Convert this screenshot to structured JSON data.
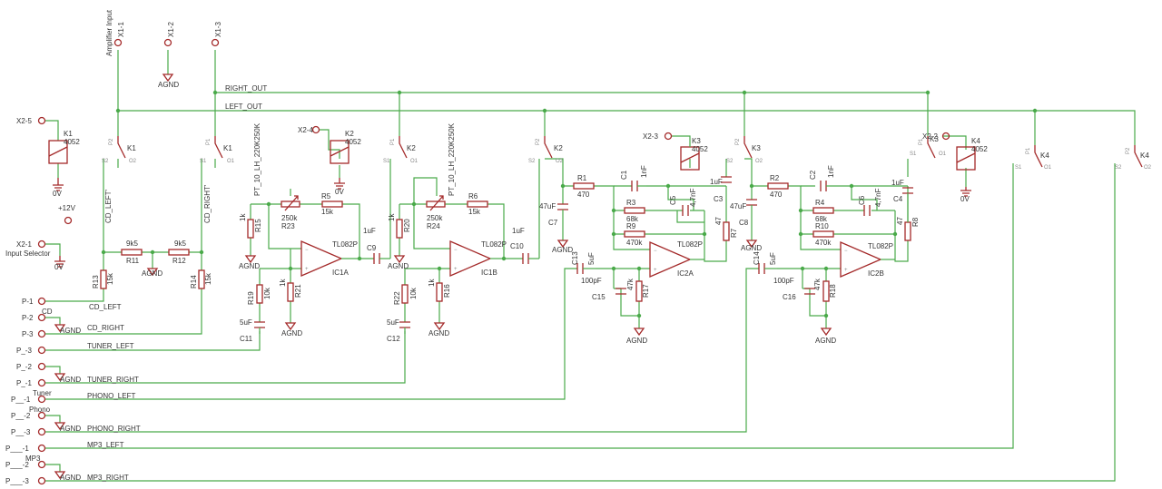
{
  "title_label": "Amplifier Input",
  "connectors": {
    "x1_1": "X1-1",
    "x1_2": "X1-2",
    "x1_3": "X1-3",
    "x2_5": "X2-5",
    "x2_4": "X2-4",
    "x2_3": "X2-3",
    "x2_2": "X2-2",
    "x2_1": "X2-1"
  },
  "input_selector": "Input Selector",
  "nets": {
    "right_out": "RIGHT_OUT",
    "left_out": "LEFT_OUT",
    "cd_left_tick": "CD_LEFT'",
    "cd_right_tick": "CD_RIGHT'",
    "cd_left": "CD_LEFT",
    "cd_right": "CD_RIGHT",
    "tuner_left": "TUNER_LEFT",
    "tuner_right": "TUNER_RIGHT",
    "phono_left": "PHONO_LEFT",
    "phono_right": "PHONO_RIGHT",
    "mp3_left": "MP3_LEFT",
    "mp3_right": "MP3_RIGHT"
  },
  "agnd": "AGND",
  "zero_v": "0V",
  "plus12": "+12V",
  "relays": {
    "k1": "K1",
    "k2": "K2",
    "k3": "K3",
    "k4": "K4",
    "type": "4052"
  },
  "relay_pins": {
    "p1": "P1",
    "p2": "P2",
    "s1": "S1",
    "s2": "S2",
    "o1": "O1",
    "o2": "O2"
  },
  "ports": [
    "P-1",
    "P-2",
    "P-3",
    "P_-3",
    "P_-2",
    "P_-1",
    "P__-1",
    "P__-2",
    "P__-3",
    "P___-1",
    "P___-2",
    "P___-3"
  ],
  "port_labels": {
    "cd": "CD",
    "tuner": "Tuner",
    "phono": "Phono",
    "mp3": "MP3"
  },
  "pot": "PT_10_LH_220K250K",
  "opamp": "TL082P",
  "ic": {
    "ic1a": "IC1A",
    "ic1b": "IC1B",
    "ic2a": "IC2A",
    "ic2b": "IC2B"
  },
  "resistors": {
    "r1": [
      "R1",
      "470"
    ],
    "r2": [
      "R2",
      "470"
    ],
    "r3": [
      "R3",
      "68k"
    ],
    "r4": [
      "R4",
      "68k"
    ],
    "r5": [
      "R5",
      "15k"
    ],
    "r6": [
      "R6",
      "15k"
    ],
    "r7": [
      "R7",
      "47"
    ],
    "r8": [
      "R8",
      "47"
    ],
    "r9": [
      "R9",
      "470k"
    ],
    "r10": [
      "R10",
      "470k"
    ],
    "r11": [
      "R11",
      "9k5"
    ],
    "r12": [
      "R12",
      "9k5"
    ],
    "r13": [
      "R13",
      "15k"
    ],
    "r14": [
      "R14",
      "15k"
    ],
    "r15": [
      "R15",
      "1k"
    ],
    "r16": [
      "R16",
      "1k"
    ],
    "r17": [
      "R17",
      "47k"
    ],
    "r18": [
      "R18",
      "47k"
    ],
    "r19": [
      "R19",
      "10k"
    ],
    "r20": [
      "R20",
      "1k"
    ],
    "r21": [
      "R21",
      "1k"
    ],
    "r22": [
      "R22",
      "10k"
    ],
    "r23": [
      "R23",
      "250k"
    ],
    "r24": [
      "R24",
      "250k"
    ]
  },
  "capacitors": {
    "c1": [
      "C1",
      "1nF"
    ],
    "c2": [
      "C2",
      "1nF"
    ],
    "c3": [
      "C3",
      "1uF"
    ],
    "c4": [
      "C4",
      "1uF"
    ],
    "c5": [
      "C5",
      "4,7nF"
    ],
    "c6": [
      "C6",
      "4,7nF"
    ],
    "c7": [
      "C7",
      "47uF"
    ],
    "c8": [
      "C8",
      "47uF"
    ],
    "c9": [
      "C9",
      "1uF"
    ],
    "c10": [
      "C10",
      "1uF"
    ],
    "c11": [
      "C11",
      "5uF"
    ],
    "c12": [
      "C12",
      "5uF"
    ],
    "c13": [
      "C13",
      "5uF"
    ],
    "c14": [
      "C14",
      "5uF"
    ],
    "c15": [
      "C15",
      "100pF"
    ],
    "c16": [
      "C16",
      "100pF"
    ]
  }
}
